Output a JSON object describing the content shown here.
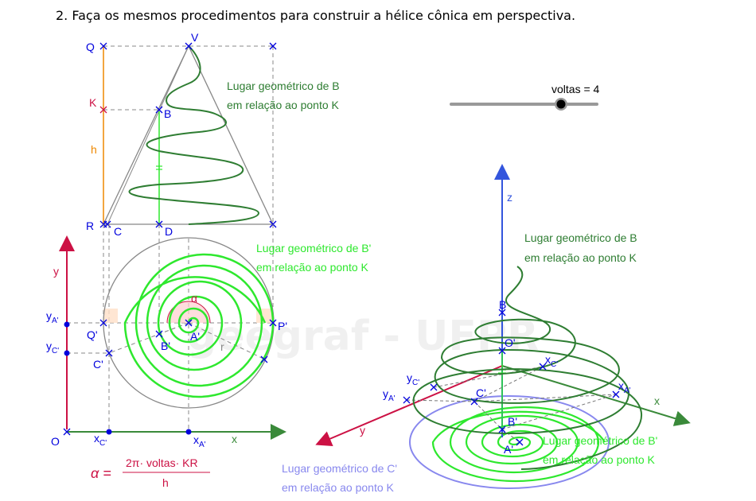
{
  "header": {
    "instruction": "2.  Faça os mesmos procedimentos para construir a hélice cônica em perspectiva."
  },
  "watermark": "geegraf - UFPR",
  "slider": {
    "label": "voltas = 4",
    "value": 4
  },
  "left": {
    "points": {
      "Q": "Q",
      "V": "V",
      "K": "K",
      "B": "B",
      "h": "h",
      "R": "R",
      "C": "C",
      "D": "D",
      "y": "y",
      "yA_base": "y",
      "yA_sub": "A'",
      "yC_base": "y",
      "yC_sub": "C'",
      "Qp": "Q'",
      "Ap": "A'",
      "Bp": "B'",
      "Cp": "C'",
      "Pp": "P'",
      "r": "r",
      "alpha": "α",
      "O": "O",
      "xC_base": "x",
      "xC_sub": "C'",
      "xA_base": "x",
      "xA_sub": "A'",
      "x": "x"
    },
    "label_B": [
      "Lugar geométrico de B",
      "em relação ao ponto K"
    ],
    "label_Bp": [
      "Lugar geométrico de B'",
      "em relação ao ponto K"
    ],
    "formula": {
      "lhs": "α =",
      "numerator": "2π· voltas· KR",
      "denominator": "h"
    }
  },
  "right": {
    "points": {
      "z": "z",
      "B": "B",
      "Op": "O'",
      "xC_base": "x",
      "xC_sub": "C'",
      "yC_base": "y",
      "yC_sub": "C'",
      "yA_base": "y",
      "yA_sub": "A'",
      "Cp": "C'",
      "xA_base": "x",
      "xA_sub": "A'",
      "x": "x",
      "Bp": "B'",
      "Ap": "A'",
      "y": "y"
    },
    "label_B": [
      "Lugar geométrico de B",
      "em relação ao ponto K"
    ],
    "label_Bp": [
      "Lugar geométrico de B'",
      "em relação ao ponto K"
    ],
    "label_Cp": [
      "Lugar geométrico de C'",
      "em relação ao ponto K"
    ]
  },
  "colors": {
    "dark_green": "#2e7d32",
    "light_green": "#2ee82e",
    "blue": "#0000dd",
    "red": "#cc1144",
    "orange": "#ee8800",
    "axis_green": "#3a8a3a",
    "lavender": "#8888ee",
    "gray": "#888888"
  }
}
